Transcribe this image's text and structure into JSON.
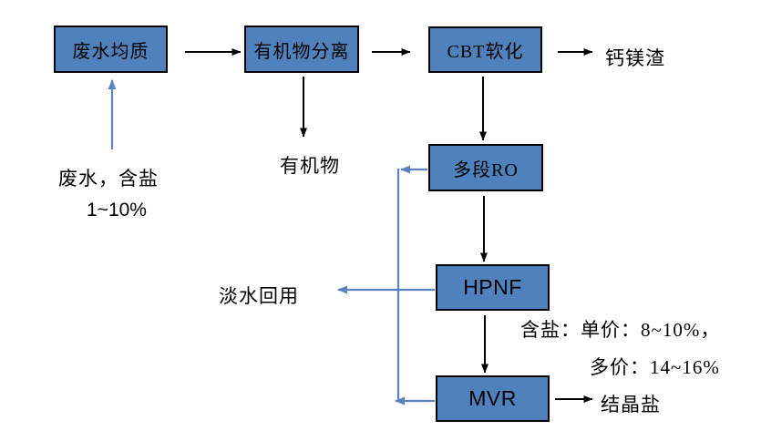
{
  "diagram": {
    "title_hint": "wastewater zero-liquid-discharge treatment flowchart",
    "nodes": [
      {
        "id": "homogenization",
        "label": "废水均质"
      },
      {
        "id": "organic-separation",
        "label": "有机物分离"
      },
      {
        "id": "cbt-softening",
        "label": "CBT软化"
      },
      {
        "id": "multistage-ro",
        "label": "多段RO"
      },
      {
        "id": "hpnf",
        "label": "HPNF"
      },
      {
        "id": "mvr",
        "label": "MVR"
      }
    ],
    "labels": {
      "influent_line1": "废水，含盐",
      "influent_line2": "1~10%",
      "organics": "有机物",
      "ca_mg_slag": "钙镁渣",
      "fresh_water_reuse": "淡水回用",
      "crystal_salt": "结晶盐",
      "salt_note_line1": "含盐：单价：8~10%，",
      "salt_note_line2": "多价：14~16%"
    },
    "colors": {
      "node_fill": "#4f81bd",
      "node_border": "#000000",
      "flow_arrow_black": "#000000",
      "flow_arrow_blue": "#5b83c2",
      "text_color": "#000000",
      "canvas_bg": "#ffffff"
    }
  }
}
